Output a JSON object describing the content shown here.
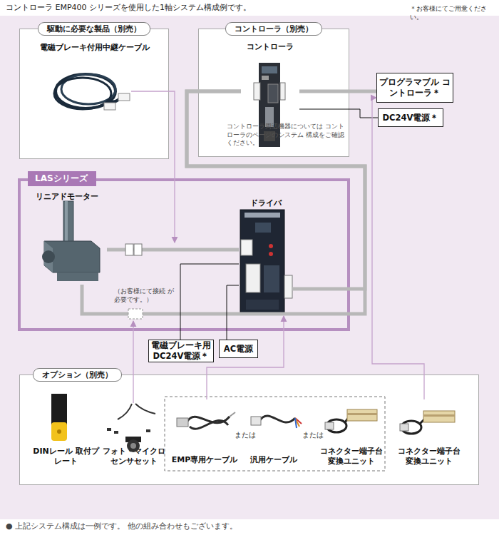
{
  "diagram": {
    "title": "コントローラ EMP400 シリーズを使用した1軸システム構成例です。",
    "caption": "● 上記システム構成は一例です。 他の組み合わせもございます。",
    "nodes": [
      {
        "text": [
          "駆動に必要な製品（別売）"
        ]
      },
      {
        "text": [
          "電磁ブレーキ付用中継ケーブル"
        ],
        "in": 0
      },
      {
        "text": [
          "コントローラ（別売）"
        ]
      },
      {
        "text": [
          "コントローラ"
        ],
        "in": 2
      },
      {
        "text": [
          "プログラマブル コントローラ＊"
        ]
      },
      {
        "text": [
          "DC24V電源＊"
        ]
      },
      {
        "text": [
          "LASシリーズ"
        ]
      },
      {
        "text": [
          "リニアドモーター"
        ],
        "in": 6
      },
      {
        "text": [
          "ドライバ"
        ],
        "in": 6
      },
      {
        "text": [
          "電磁ブレーキ用 DC24V電源＊"
        ]
      },
      {
        "text": [
          "AC電源"
        ]
      },
      {
        "text": [
          "オプション（別売）"
        ]
      },
      {
        "text": [
          "DINレール 取付プレート"
        ],
        "in": 11
      },
      {
        "text": [
          "フォト・マイクロ センサセット"
        ],
        "in": 11
      },
      {
        "text": [
          "EMP専用ケーブル"
        ],
        "in": 11
      },
      {
        "text": [
          "汎用ケーブル"
        ],
        "in": 11
      },
      {
        "text": [
          "コネクター端子台 変換ユニット"
        ],
        "in": 11
      },
      {
        "text": [
          "コネクター端子台 変換ユニット"
        ],
        "in": 11
      }
    ],
    "edges": [
      {
        "from": 3,
        "to": 4,
        "arrow": "none"
      },
      {
        "from": 3,
        "to": 5,
        "arrow": "none"
      },
      {
        "from": 7,
        "to": 8,
        "arrow": "none"
      },
      {
        "from": 8,
        "to": 3,
        "arrow": "none"
      },
      {
        "from": 7,
        "to": 3,
        "arrow": "none"
      },
      {
        "from": 9,
        "to": 8,
        "arrow": "none"
      },
      {
        "from": 10,
        "to": 8,
        "arrow": "none"
      },
      {
        "from": 14,
        "to": 8,
        "arrow": "to"
      },
      {
        "from": 17,
        "to": 4,
        "arrow": "to"
      }
    ],
    "labels": [
      "＊お客様にてご用意ください。",
      "コントローラ周辺機器については コントローラのページのシステム 構成をご確認ください。",
      "（お客様にて接続 が必要です。）",
      "または",
      "または"
    ]
  }
}
